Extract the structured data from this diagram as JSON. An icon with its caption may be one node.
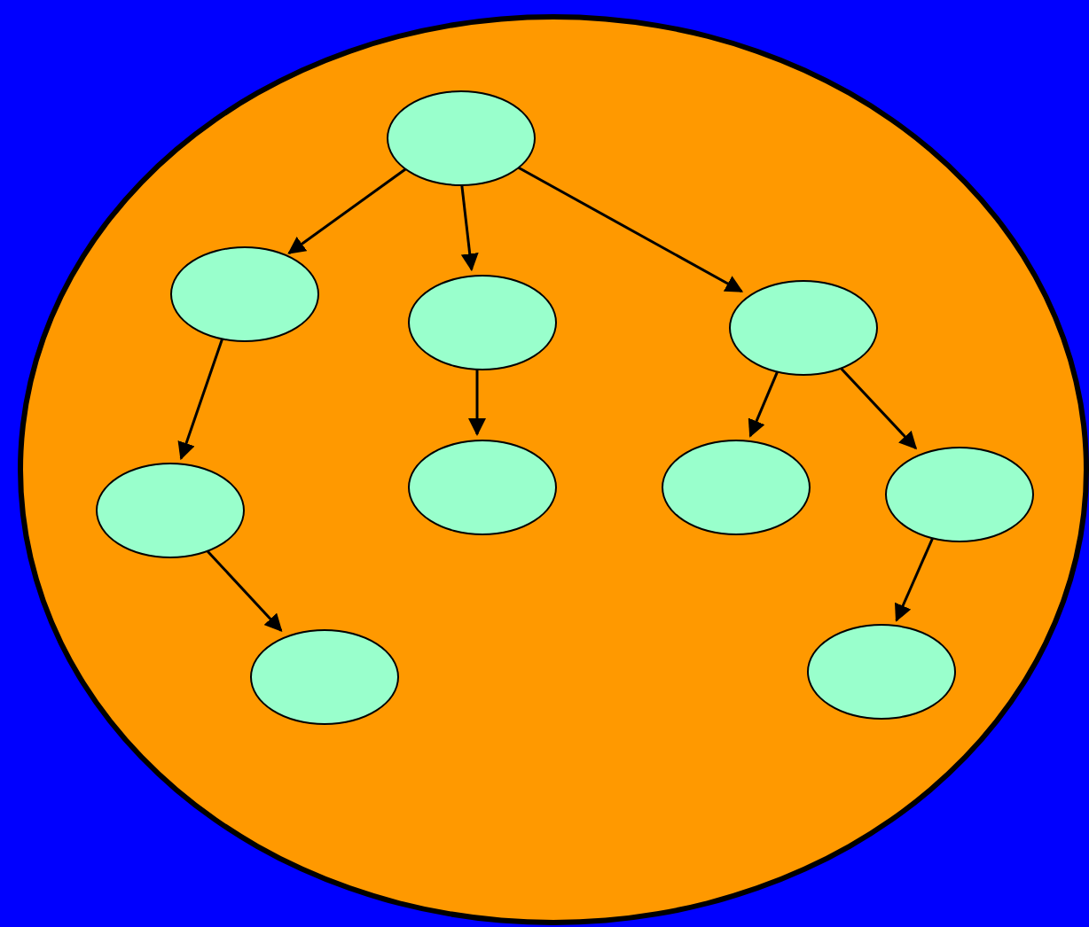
{
  "diagram": {
    "nodes": [
      {
        "text": [],
        "shape": "circle"
      },
      {
        "text": [],
        "shape": "circle",
        "in": 0
      },
      {
        "text": [],
        "shape": "circle",
        "in": 0
      },
      {
        "text": [],
        "shape": "circle",
        "in": 0
      },
      {
        "text": [],
        "shape": "circle",
        "in": 0
      },
      {
        "text": [],
        "shape": "circle",
        "in": 0
      },
      {
        "text": [],
        "shape": "circle",
        "in": 0
      },
      {
        "text": [],
        "shape": "circle",
        "in": 0
      },
      {
        "text": [],
        "shape": "circle",
        "in": 0
      },
      {
        "text": [],
        "shape": "circle",
        "in": 0
      },
      {
        "text": [],
        "shape": "circle",
        "in": 0
      }
    ],
    "edges": [
      {
        "from": 1,
        "to": 2,
        "arrow": "to"
      },
      {
        "from": 1,
        "to": 3,
        "arrow": "to"
      },
      {
        "from": 1,
        "to": 4,
        "arrow": "to"
      },
      {
        "from": 2,
        "to": 5,
        "arrow": "to"
      },
      {
        "from": 3,
        "to": 6,
        "arrow": "to"
      },
      {
        "from": 4,
        "to": 7,
        "arrow": "to"
      },
      {
        "from": 4,
        "to": 8,
        "arrow": "to"
      },
      {
        "from": 5,
        "to": 9,
        "arrow": "to"
      },
      {
        "from": 8,
        "to": 10,
        "arrow": "to"
      }
    ]
  }
}
